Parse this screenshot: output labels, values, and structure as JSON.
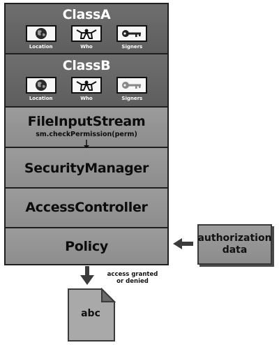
{
  "layers": {
    "classA": {
      "title": "ClassA",
      "icons": [
        {
          "label": "Location",
          "icon": "globe-icon"
        },
        {
          "label": "Who",
          "icon": "person-icon"
        },
        {
          "label": "Signers",
          "icon": "key-icon"
        }
      ]
    },
    "classB": {
      "title": "ClassB",
      "icons": [
        {
          "label": "Location",
          "icon": "globe-icon"
        },
        {
          "label": "Who",
          "icon": "person-icon"
        },
        {
          "label": "Signers",
          "icon": "key-icon"
        }
      ]
    },
    "fileInputStream": {
      "title": "FileInputStream",
      "method": "sm.checkPermission(perm)"
    },
    "securityManager": {
      "title": "SecurityManager"
    },
    "accessController": {
      "title": "AccessController"
    },
    "policy": {
      "title": "Policy"
    }
  },
  "authorization": {
    "line1": "authorization",
    "line2": "data"
  },
  "result": {
    "line1": "access granted",
    "line2": "or denied"
  },
  "file": {
    "label": "abc"
  },
  "colors": {
    "dark_layer": "#666666",
    "light_layer": "#959595",
    "border": "#1f1f1f"
  }
}
